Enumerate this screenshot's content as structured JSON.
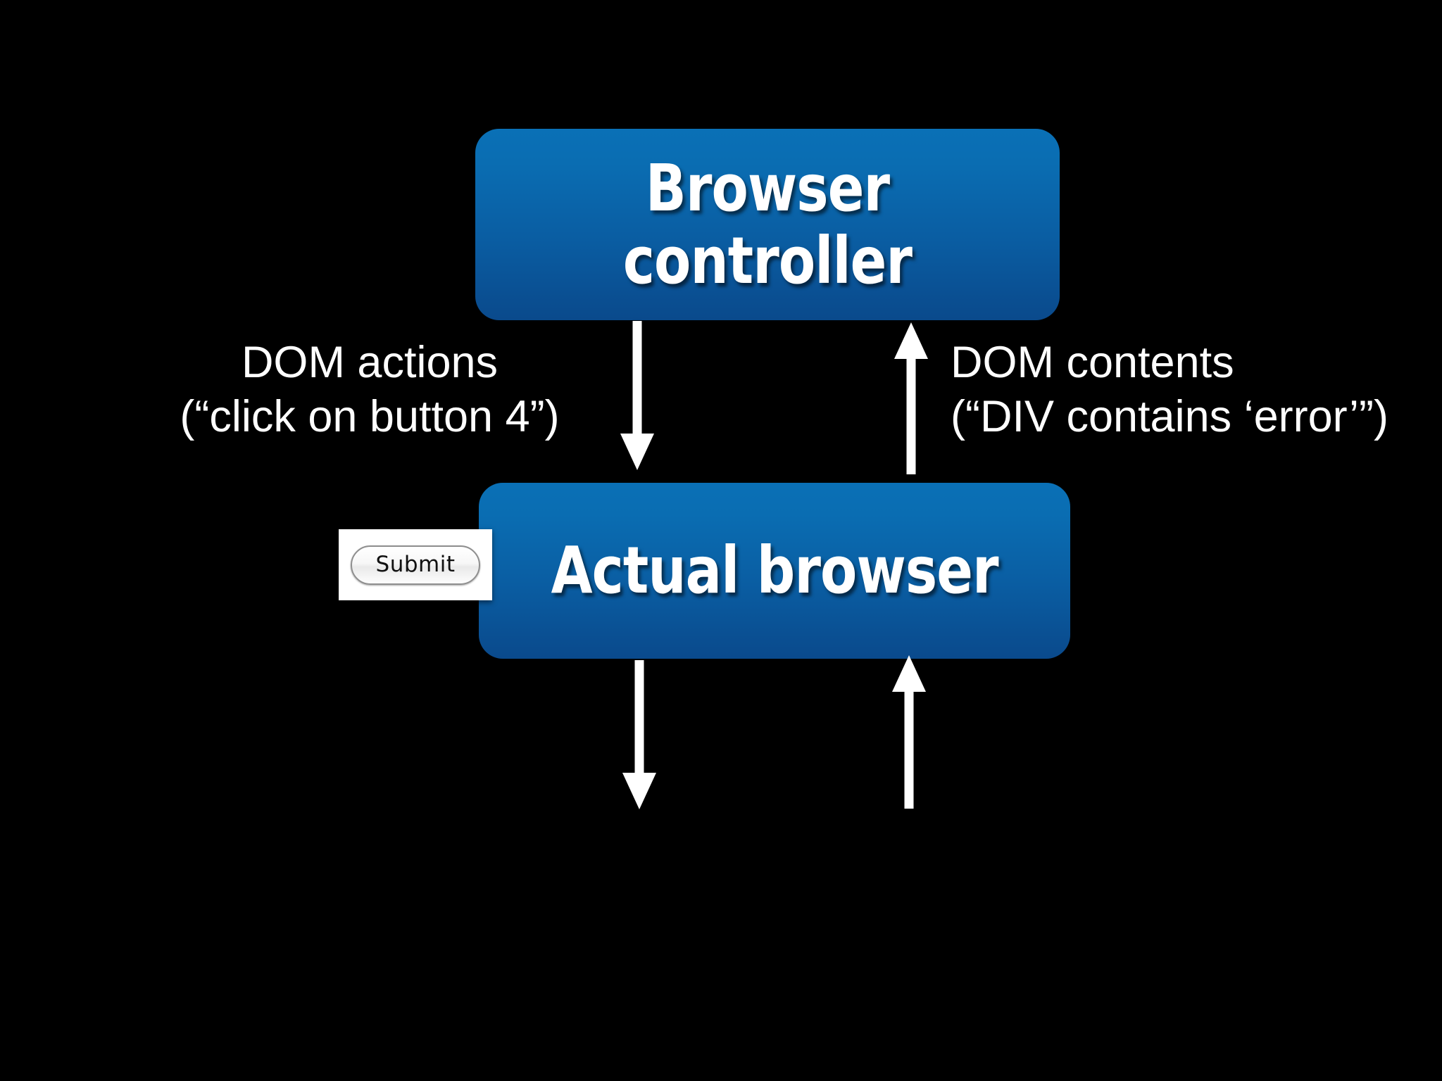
{
  "slide": {
    "background_color": "#000000",
    "accent_color": "#0a5da2",
    "text_color": "#ffffff"
  },
  "nodes": [
    {
      "id": "browser-controller",
      "label": "Browser\ncontroller"
    },
    {
      "id": "actual-browser",
      "label": "Actual browser"
    }
  ],
  "edges": {
    "dom_actions": {
      "line1": "DOM actions",
      "line2": "(“click on button 4”)",
      "direction": "down"
    },
    "dom_contents": {
      "line1": "DOM contents",
      "line2": "(“DIV contains ‘error’”)",
      "direction": "up"
    },
    "render_down": {
      "direction": "down"
    },
    "events_up": {
      "direction": "up"
    }
  },
  "widgets": {
    "submit_button": {
      "label": "Submit"
    }
  }
}
